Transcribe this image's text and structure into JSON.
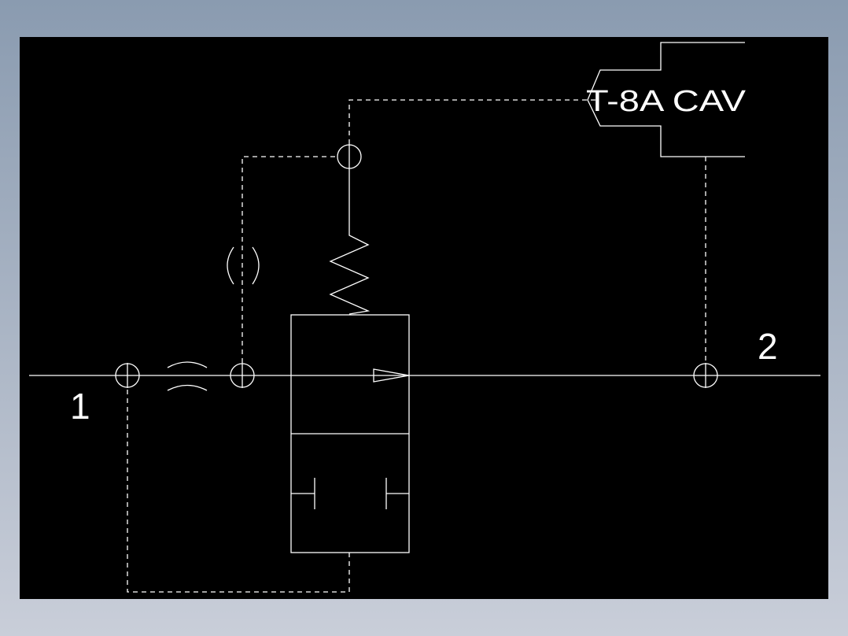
{
  "diagram": {
    "component_label": "T-8A CAV",
    "port_labels": [
      "1",
      "2"
    ]
  },
  "colors": {
    "background_top": "#8a9bb0",
    "background_bottom": "#c9ced9",
    "canvas": "#000000",
    "stroke": "#ffffff"
  }
}
